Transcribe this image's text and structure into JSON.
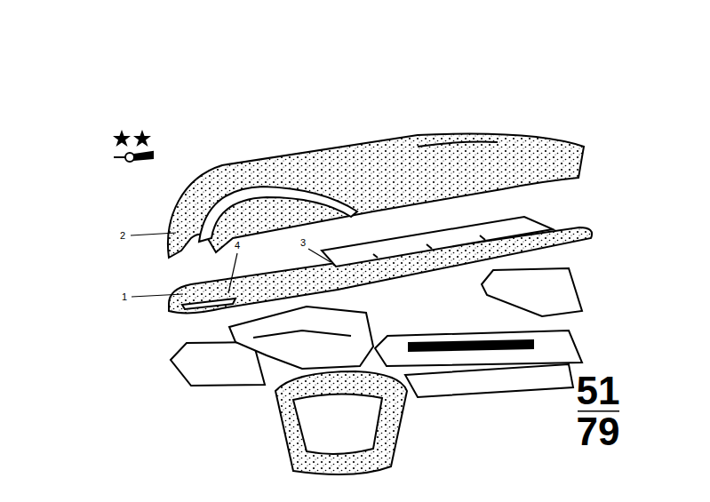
{
  "diagram": {
    "labels": [
      "2",
      "4",
      "3",
      "1",
      "51",
      "79"
    ]
  }
}
